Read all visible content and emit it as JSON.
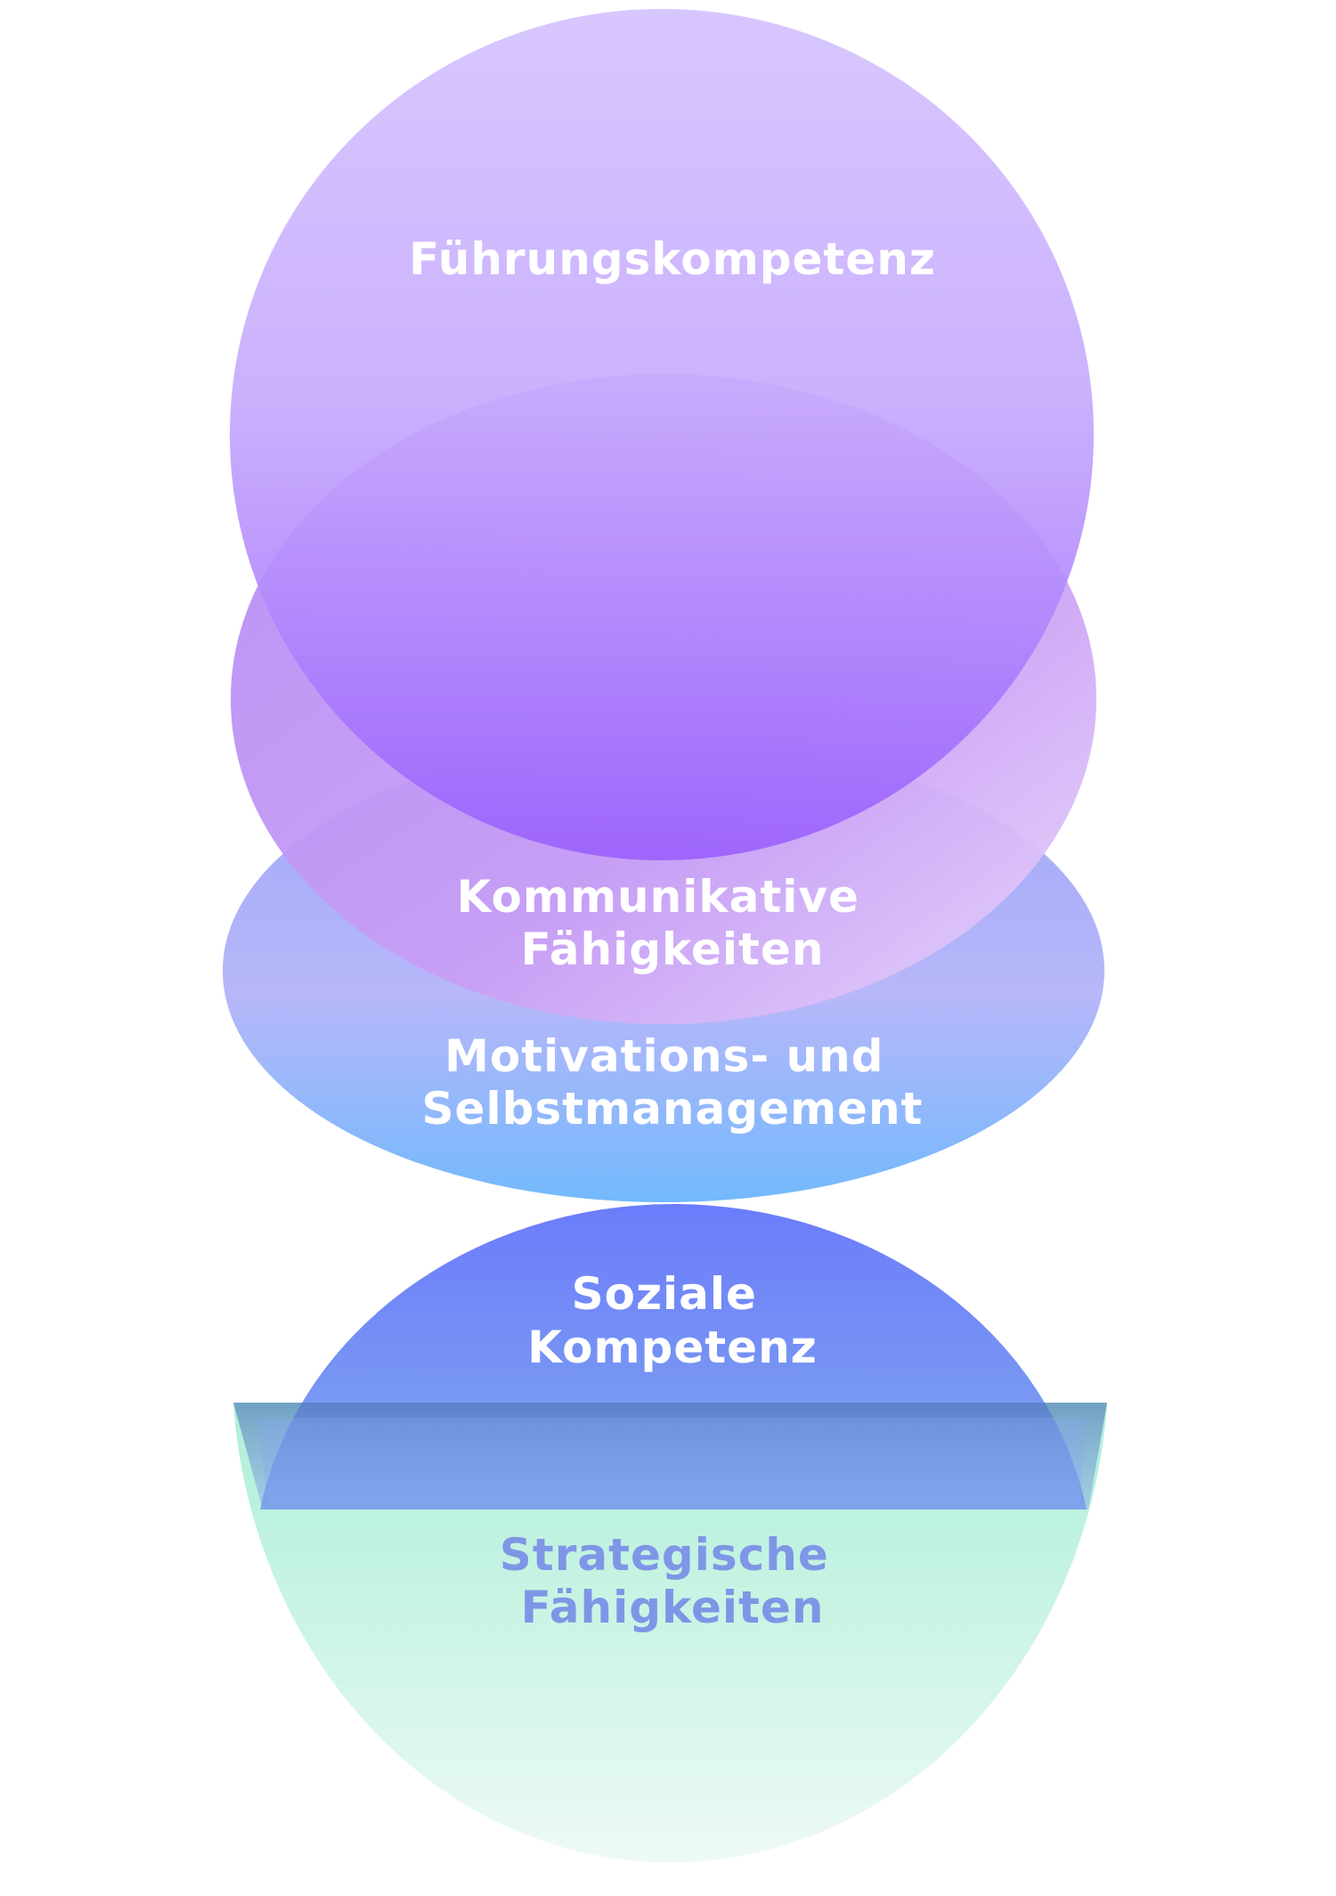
{
  "diagram": {
    "layers": [
      {
        "id": "fuehrung",
        "label_lines": [
          "Führungskompetenz"
        ],
        "colors": {
          "top": "#d4c2fe",
          "bottom": "#9a60fc"
        }
      },
      {
        "id": "kommunikation",
        "label_lines": [
          "Kommunikative",
          "Fähigkeiten"
        ],
        "colors": {
          "top": "#b58cf6",
          "bottom": "#c89ef5",
          "right": "#e9d6fb"
        }
      },
      {
        "id": "motivation",
        "label_lines": [
          "Motivations- und",
          "Selbstmanagement"
        ],
        "colors": {
          "top": "#9da8f8",
          "bottom": "#73b9fd"
        }
      },
      {
        "id": "sozial",
        "label_lines": [
          "Soziale",
          "Kompetenz"
        ],
        "colors": {
          "top": "#6c7cfb",
          "bottom": "#7fa7ee"
        }
      },
      {
        "id": "strategie",
        "label_lines": [
          "Strategische",
          "Fähigkeiten"
        ],
        "colors": {
          "top": "#acefd8",
          "bottom": "#eefaf4",
          "label": "#7f96e6",
          "band": "#4f75b6"
        }
      }
    ]
  }
}
